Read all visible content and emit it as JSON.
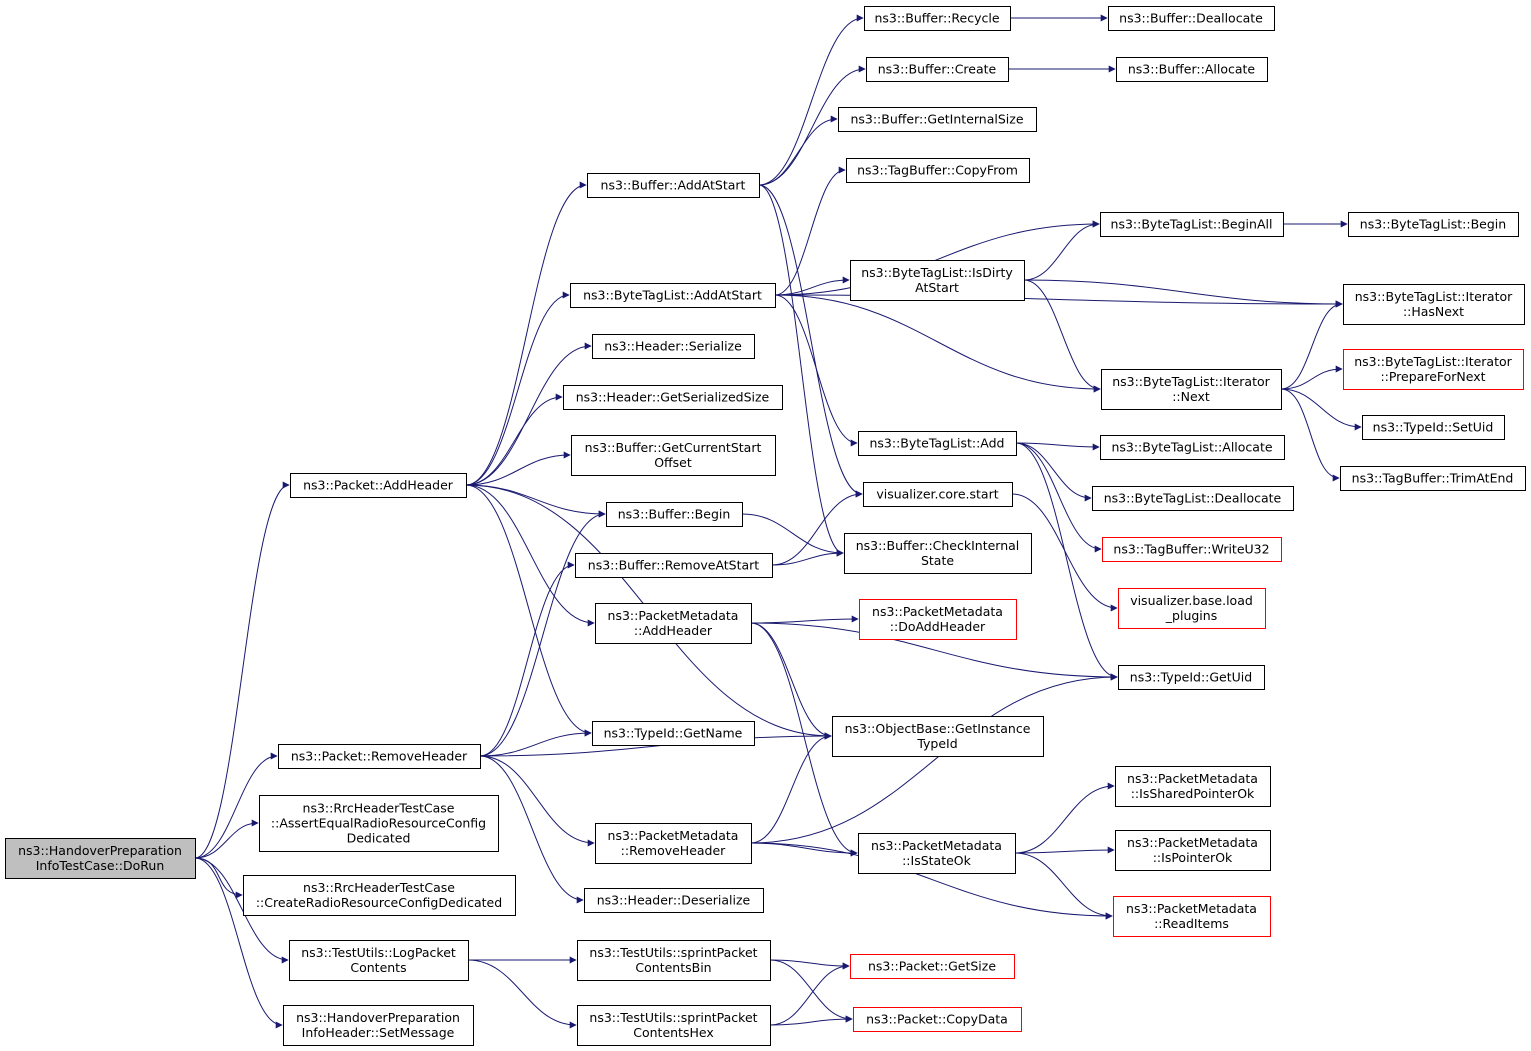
{
  "colors": {
    "edge": "#191970",
    "node_border": "#000000",
    "node_border_incomplete": "#ff0000",
    "root_fill": "#bfbfbf"
  },
  "nodes": [
    {
      "id": "root",
      "lines": [
        "ns3::HandoverPreparation",
        "InfoTestCase::DoRun"
      ],
      "style": "root"
    },
    {
      "id": "pkt_addheader",
      "lines": [
        "ns3::Packet::AddHeader"
      ]
    },
    {
      "id": "pkt_removeheader",
      "lines": [
        "ns3::Packet::RemoveHeader"
      ]
    },
    {
      "id": "rrc_assert",
      "lines": [
        "ns3::RrcHeaderTestCase",
        "::AssertEqualRadioResourceConfig",
        "Dedicated"
      ]
    },
    {
      "id": "rrc_create",
      "lines": [
        "ns3::RrcHeaderTestCase",
        "::CreateRadioResourceConfigDedicated"
      ]
    },
    {
      "id": "tu_log",
      "lines": [
        "ns3::TestUtils::LogPacket",
        "Contents"
      ]
    },
    {
      "id": "hpih_setmsg",
      "lines": [
        "ns3::HandoverPreparation",
        "InfoHeader::SetMessage"
      ]
    },
    {
      "id": "buf_addatstart",
      "lines": [
        "ns3::Buffer::AddAtStart"
      ]
    },
    {
      "id": "btl_addatstart",
      "lines": [
        "ns3::ByteTagList::AddAtStart"
      ]
    },
    {
      "id": "hdr_serialize",
      "lines": [
        "ns3::Header::Serialize"
      ]
    },
    {
      "id": "hdr_getsersize",
      "lines": [
        "ns3::Header::GetSerializedSize"
      ]
    },
    {
      "id": "buf_getcurstart",
      "lines": [
        "ns3::Buffer::GetCurrentStart",
        "Offset"
      ]
    },
    {
      "id": "buf_begin",
      "lines": [
        "ns3::Buffer::Begin"
      ]
    },
    {
      "id": "buf_removeatstart",
      "lines": [
        "ns3::Buffer::RemoveAtStart"
      ]
    },
    {
      "id": "pm_addheader",
      "lines": [
        "ns3::PacketMetadata",
        "::AddHeader"
      ]
    },
    {
      "id": "typeid_getname",
      "lines": [
        "ns3::TypeId::GetName"
      ]
    },
    {
      "id": "pm_removeheader",
      "lines": [
        "ns3::PacketMetadata",
        "::RemoveHeader"
      ]
    },
    {
      "id": "hdr_deserialize",
      "lines": [
        "ns3::Header::Deserialize"
      ]
    },
    {
      "id": "tu_sprintbin",
      "lines": [
        "ns3::TestUtils::sprintPacket",
        "ContentsBin"
      ]
    },
    {
      "id": "tu_sprinthex",
      "lines": [
        "ns3::TestUtils::sprintPacket",
        "ContentsHex"
      ]
    },
    {
      "id": "buf_recycle",
      "lines": [
        "ns3::Buffer::Recycle"
      ]
    },
    {
      "id": "buf_create",
      "lines": [
        "ns3::Buffer::Create"
      ]
    },
    {
      "id": "buf_getinternalsize",
      "lines": [
        "ns3::Buffer::GetInternalSize"
      ]
    },
    {
      "id": "tagbuf_copyfrom",
      "lines": [
        "ns3::TagBuffer::CopyFrom"
      ]
    },
    {
      "id": "btl_isdirty",
      "lines": [
        "ns3::ByteTagList::IsDirty",
        "AtStart"
      ]
    },
    {
      "id": "btl_add",
      "lines": [
        "ns3::ByteTagList::Add"
      ]
    },
    {
      "id": "viz_core_start",
      "lines": [
        "visualizer.core.start"
      ]
    },
    {
      "id": "buf_checkinternal",
      "lines": [
        "ns3::Buffer::CheckInternal",
        "State"
      ]
    },
    {
      "id": "pm_doaddheader",
      "lines": [
        "ns3::PacketMetadata",
        "::DoAddHeader"
      ],
      "style": "red"
    },
    {
      "id": "ob_getinstancetypeid",
      "lines": [
        "ns3::ObjectBase::GetInstance",
        "TypeId"
      ]
    },
    {
      "id": "pm_isstateok",
      "lines": [
        "ns3::PacketMetadata",
        "::IsStateOk"
      ]
    },
    {
      "id": "pkt_getsize",
      "lines": [
        "ns3::Packet::GetSize"
      ],
      "style": "red"
    },
    {
      "id": "pkt_copydata",
      "lines": [
        "ns3::Packet::CopyData"
      ],
      "style": "red"
    },
    {
      "id": "buf_deallocate",
      "lines": [
        "ns3::Buffer::Deallocate"
      ]
    },
    {
      "id": "buf_allocate",
      "lines": [
        "ns3::Buffer::Allocate"
      ]
    },
    {
      "id": "btl_beginall",
      "lines": [
        "ns3::ByteTagList::BeginAll"
      ]
    },
    {
      "id": "btl_iter_next",
      "lines": [
        "ns3::ByteTagList::Iterator",
        "::Next"
      ]
    },
    {
      "id": "btl_allocate",
      "lines": [
        "ns3::ByteTagList::Allocate"
      ]
    },
    {
      "id": "btl_deallocate",
      "lines": [
        "ns3::ByteTagList::Deallocate"
      ]
    },
    {
      "id": "tagbuf_writeu32",
      "lines": [
        "ns3::TagBuffer::WriteU32"
      ],
      "style": "red"
    },
    {
      "id": "viz_base_load",
      "lines": [
        "visualizer.base.load",
        "_plugins"
      ],
      "style": "red"
    },
    {
      "id": "typeid_getuid",
      "lines": [
        "ns3::TypeId::GetUid"
      ]
    },
    {
      "id": "pm_issharedptrok",
      "lines": [
        "ns3::PacketMetadata",
        "::IsSharedPointerOk"
      ]
    },
    {
      "id": "pm_ispointerok",
      "lines": [
        "ns3::PacketMetadata",
        "::IsPointerOk"
      ]
    },
    {
      "id": "pm_readitems",
      "lines": [
        "ns3::PacketMetadata",
        "::ReadItems"
      ],
      "style": "red"
    },
    {
      "id": "btl_begin",
      "lines": [
        "ns3::ByteTagList::Begin"
      ]
    },
    {
      "id": "btl_iter_hasnext",
      "lines": [
        "ns3::ByteTagList::Iterator",
        "::HasNext"
      ]
    },
    {
      "id": "btl_iter_prepare",
      "lines": [
        "ns3::ByteTagList::Iterator",
        "::PrepareForNext"
      ],
      "style": "red"
    },
    {
      "id": "typeid_setuid",
      "lines": [
        "ns3::TypeId::SetUid"
      ]
    },
    {
      "id": "tagbuf_trimatend",
      "lines": [
        "ns3::TagBuffer::TrimAtEnd"
      ]
    }
  ],
  "edges": [
    [
      "root",
      "pkt_addheader"
    ],
    [
      "root",
      "pkt_removeheader"
    ],
    [
      "root",
      "rrc_assert"
    ],
    [
      "root",
      "rrc_create"
    ],
    [
      "root",
      "tu_log"
    ],
    [
      "root",
      "hpih_setmsg"
    ],
    [
      "pkt_addheader",
      "buf_addatstart"
    ],
    [
      "pkt_addheader",
      "btl_addatstart"
    ],
    [
      "pkt_addheader",
      "hdr_serialize"
    ],
    [
      "pkt_addheader",
      "hdr_getsersize"
    ],
    [
      "pkt_addheader",
      "buf_getcurstart"
    ],
    [
      "pkt_addheader",
      "buf_begin"
    ],
    [
      "pkt_addheader",
      "pm_addheader"
    ],
    [
      "pkt_addheader",
      "typeid_getname"
    ],
    [
      "pkt_addheader",
      "ob_getinstancetypeid"
    ],
    [
      "buf_addatstart",
      "buf_recycle"
    ],
    [
      "buf_addatstart",
      "buf_create"
    ],
    [
      "buf_addatstart",
      "buf_getinternalsize"
    ],
    [
      "buf_addatstart",
      "viz_core_start"
    ],
    [
      "buf_addatstart",
      "buf_checkinternal"
    ],
    [
      "buf_recycle",
      "buf_deallocate"
    ],
    [
      "buf_create",
      "buf_allocate"
    ],
    [
      "btl_addatstart",
      "tagbuf_copyfrom"
    ],
    [
      "btl_addatstart",
      "btl_beginall"
    ],
    [
      "btl_addatstart",
      "btl_isdirty"
    ],
    [
      "btl_addatstart",
      "btl_iter_hasnext"
    ],
    [
      "btl_addatstart",
      "btl_iter_next"
    ],
    [
      "btl_addatstart",
      "btl_add"
    ],
    [
      "btl_beginall",
      "btl_begin"
    ],
    [
      "btl_isdirty",
      "btl_beginall"
    ],
    [
      "btl_isdirty",
      "btl_iter_hasnext"
    ],
    [
      "btl_isdirty",
      "btl_iter_next"
    ],
    [
      "btl_iter_next",
      "btl_iter_hasnext"
    ],
    [
      "btl_iter_next",
      "btl_iter_prepare"
    ],
    [
      "btl_iter_next",
      "typeid_setuid"
    ],
    [
      "btl_iter_next",
      "tagbuf_trimatend"
    ],
    [
      "btl_add",
      "btl_allocate"
    ],
    [
      "btl_add",
      "btl_deallocate"
    ],
    [
      "btl_add",
      "tagbuf_writeu32"
    ],
    [
      "btl_add",
      "typeid_getuid"
    ],
    [
      "buf_begin",
      "buf_checkinternal"
    ],
    [
      "buf_removeatstart",
      "viz_core_start"
    ],
    [
      "buf_removeatstart",
      "buf_checkinternal"
    ],
    [
      "viz_core_start",
      "viz_base_load"
    ],
    [
      "pm_addheader",
      "pm_doaddheader"
    ],
    [
      "pm_addheader",
      "ob_getinstancetypeid"
    ],
    [
      "pm_addheader",
      "typeid_getuid"
    ],
    [
      "pm_addheader",
      "pm_isstateok"
    ],
    [
      "pkt_removeheader",
      "buf_begin"
    ],
    [
      "pkt_removeheader",
      "buf_removeatstart"
    ],
    [
      "pkt_removeheader",
      "typeid_getname"
    ],
    [
      "pkt_removeheader",
      "ob_getinstancetypeid"
    ],
    [
      "pkt_removeheader",
      "pm_removeheader"
    ],
    [
      "pkt_removeheader",
      "hdr_deserialize"
    ],
    [
      "pm_removeheader",
      "ob_getinstancetypeid"
    ],
    [
      "pm_removeheader",
      "typeid_getuid"
    ],
    [
      "pm_removeheader",
      "pm_isstateok"
    ],
    [
      "pm_removeheader",
      "pm_readitems"
    ],
    [
      "pm_isstateok",
      "pm_issharedptrok"
    ],
    [
      "pm_isstateok",
      "pm_ispointerok"
    ],
    [
      "pm_isstateok",
      "pm_readitems"
    ],
    [
      "tu_log",
      "tu_sprintbin"
    ],
    [
      "tu_log",
      "tu_sprinthex"
    ],
    [
      "tu_sprintbin",
      "pkt_getsize"
    ],
    [
      "tu_sprintbin",
      "pkt_copydata"
    ],
    [
      "tu_sprinthex",
      "pkt_getsize"
    ],
    [
      "tu_sprinthex",
      "pkt_copydata"
    ]
  ]
}
